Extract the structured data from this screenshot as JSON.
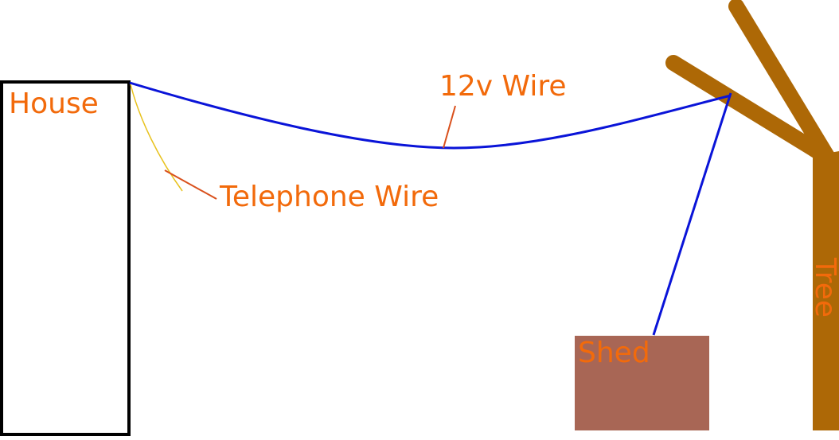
{
  "labels": {
    "house": "House",
    "wire_12v": "12v Wire",
    "telephone_wire": "Telephone Wire",
    "shed": "Shed",
    "tree": "Tree"
  },
  "colors": {
    "label": "#f26a0b",
    "outline": "#000000",
    "wire_12v": "#0a14d8",
    "telephone_wire": "#e8c21e",
    "leader": "#d9501c",
    "shed_fill": "#a86655",
    "tree": "#ad6806",
    "background": "#ffffff"
  }
}
